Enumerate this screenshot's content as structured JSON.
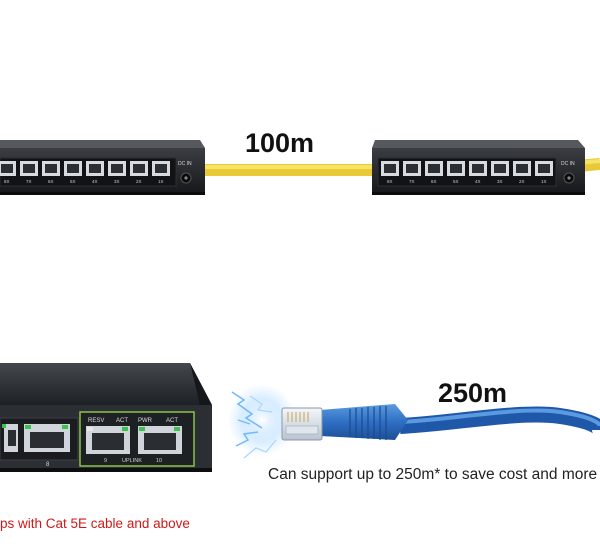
{
  "top_section": {
    "distance_label": "100m",
    "left_switch": {
      "dc_label": "DC IN",
      "port_labels": [
        "8X",
        "7X",
        "6X",
        "5X",
        "4X",
        "3X",
        "2X",
        "1X"
      ]
    },
    "right_switch": {
      "dc_label": "DC IN",
      "port_labels": [
        "8X",
        "7X",
        "6X",
        "5X",
        "4X",
        "3X",
        "2X",
        "1X"
      ]
    },
    "cable_color": "#f4dc44"
  },
  "bottom_section": {
    "distance_label": "250m",
    "caption": "Can support up to 250m* to save cost and more",
    "red_note": "ps with Cat 5E cable and above",
    "switch_labels": {
      "resv": "RESV",
      "act_1": "ACT",
      "pwr": "PWR",
      "act_2": "ACT",
      "uplink": "UPLINK",
      "port_9": "9",
      "port_10": "10",
      "port_8": "8"
    },
    "cable_color": "#2f6fc4"
  }
}
